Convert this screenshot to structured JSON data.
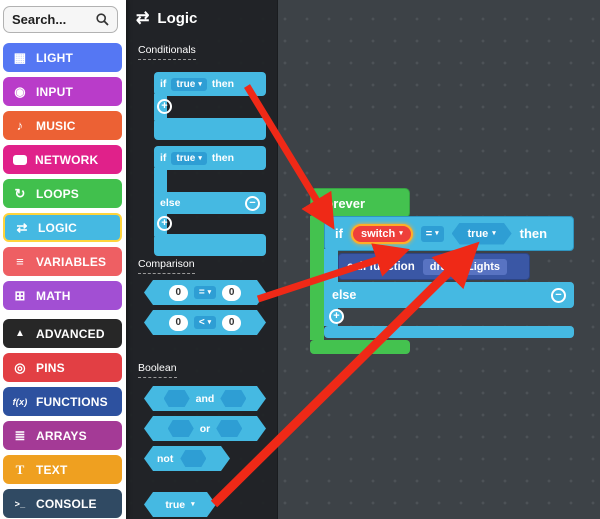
{
  "ui": {
    "caret": "▾",
    "plus_glyph": "+",
    "minus_glyph": "−"
  },
  "icons": {
    "light": "▦",
    "input": "◉",
    "music": "♪",
    "network": "chat-bubble",
    "loops": "↻",
    "logic": "⇄",
    "variables": "≡",
    "math": "⊞",
    "advanced": "▲",
    "pins": "◎",
    "functions": "f(x)",
    "arrays": "≣",
    "text": "T",
    "console": ">_",
    "search": "magnifier",
    "flyout_header": "⇄"
  },
  "sidebar": {
    "search_placeholder": "Search...",
    "categories": [
      {
        "label": "LIGHT",
        "color": "#5577f3"
      },
      {
        "label": "INPUT",
        "color": "#b93cc9"
      },
      {
        "label": "MUSIC",
        "color": "#ec6134"
      },
      {
        "label": "NETWORK",
        "color": "#e0218a"
      },
      {
        "label": "LOOPS",
        "color": "#41c04d"
      },
      {
        "label": "LOGIC",
        "color": "#45b9e2",
        "selected": true
      },
      {
        "label": "VARIABLES",
        "color": "#ee5f63"
      },
      {
        "label": "MATH",
        "color": "#a24fd3"
      },
      {
        "label": "ADVANCED",
        "color": "#272727"
      },
      {
        "label": "PINS",
        "color": "#e23f44"
      },
      {
        "label": "FUNCTIONS",
        "color": "#2d519f"
      },
      {
        "label": "ARRAYS",
        "color": "#a43a96"
      },
      {
        "label": "TEXT",
        "color": "#efa020"
      },
      {
        "label": "CONSOLE",
        "color": "#304a63"
      }
    ]
  },
  "flyout": {
    "title": "Logic",
    "sections": {
      "conditionals": "Conditionals",
      "comparison": "Comparison",
      "boolean": "Boolean"
    }
  },
  "blocks": {
    "if": "if",
    "then": "then",
    "else": "else",
    "true": "true",
    "zero": "0",
    "eq": "=",
    "lt": "<",
    "and": "and",
    "or": "or",
    "not": "not",
    "forever": "forever",
    "call_function": "call function",
    "function_name": "dragonLights",
    "switch_var": "switch"
  },
  "colors": {
    "logic_cyan": "#45b9e2",
    "logic_cyan_dark": "#2e9ed4",
    "loops_green": "#44c24f",
    "function_blue": "#3a57a5",
    "selected_variable_red": "#ee3f3b",
    "selection_glow_orange": "#ffae27",
    "arrow_red": "#ef2917",
    "workspace_bg": "#3d4247",
    "logic_selected_border": "#ffd43c"
  },
  "annotations": {
    "arrow_count": 3,
    "arrow_color": "#ef2917"
  }
}
